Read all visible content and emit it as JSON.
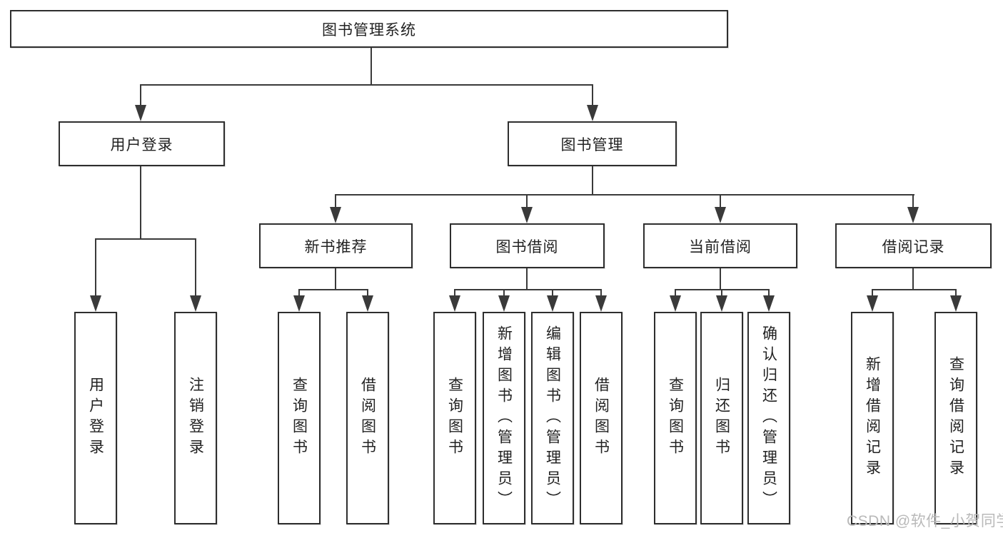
{
  "diagram": {
    "root": {
      "label": "图书管理系统"
    },
    "level2": [
      {
        "id": "user-login",
        "label": "用户登录"
      },
      {
        "id": "book-management",
        "label": "图书管理"
      }
    ],
    "level3": [
      {
        "id": "new-book-recommend",
        "label": "新书推荐"
      },
      {
        "id": "book-borrowing",
        "label": "图书借阅"
      },
      {
        "id": "current-borrowing",
        "label": "当前借阅"
      },
      {
        "id": "borrowing-records",
        "label": "借阅记录"
      }
    ],
    "leaves": {
      "user_login": {
        "label": "用户登录"
      },
      "logout": {
        "label": "注销登录"
      },
      "rec_query_books": {
        "label": "查询图书"
      },
      "rec_borrow_books": {
        "label": "借阅图书"
      },
      "bb_query_books": {
        "label": "查询图书"
      },
      "bb_add_books": {
        "label": "新增图书（管理员）"
      },
      "bb_edit_books": {
        "label": "编辑图书（管理员）"
      },
      "bb_borrow_books": {
        "label": "借阅图书"
      },
      "cb_query_books": {
        "label": "查询图书"
      },
      "cb_return_books": {
        "label": "归还图书"
      },
      "cb_confirm_return": {
        "label": "确认归还（管理员）"
      },
      "br_add_record": {
        "label": "新增借阅记录"
      },
      "br_query_record": {
        "label": "查询借阅记录"
      }
    }
  },
  "watermark": {
    "text": "CSDN @软件_小贺同学"
  },
  "colors": {
    "line": "#3a3a3a",
    "border": "#2e2e2e",
    "text": "#222222",
    "fill": "#ffffff",
    "watermark": "#b9b9b9"
  }
}
